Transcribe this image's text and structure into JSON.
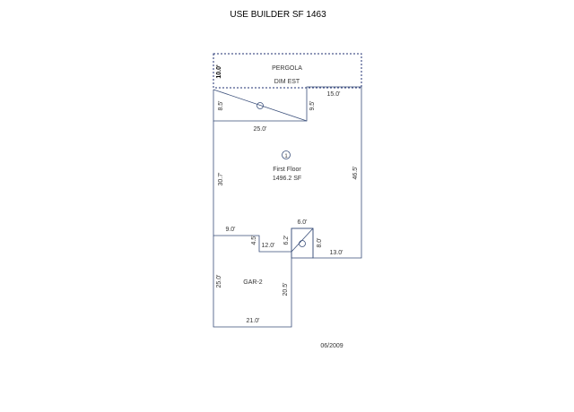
{
  "title": "USE BUILDER SF 1463",
  "date": "06/2009",
  "areas": {
    "pergola_name": "PERGOLA",
    "pergola_note": "DIM EST",
    "first_floor_name": "First Floor",
    "first_floor_sf": "1496.2 SF",
    "first_floor_marker": "1",
    "garage_name": "GAR-2"
  },
  "dimensions": {
    "pergola_depth": "10.0'",
    "porch_left": "8.5'",
    "porch_right": "9.5'",
    "porch_width": "25.0'",
    "top_right": "15.0'",
    "left_side": "30.7'",
    "right_side": "46.5'",
    "step_left": "9.0'",
    "step_down": "4.5'",
    "step_mid": "12.0'",
    "stair_top": "6.0'",
    "stair_left": "6.2'",
    "stair_right": "8.0'",
    "bottom_right": "13.0'",
    "garage_left": "25.0'",
    "garage_right": "20.5'",
    "garage_bottom": "21.0'"
  },
  "colors": {
    "line": "#3a4f7a",
    "dashed_border": "#1f2f70"
  }
}
